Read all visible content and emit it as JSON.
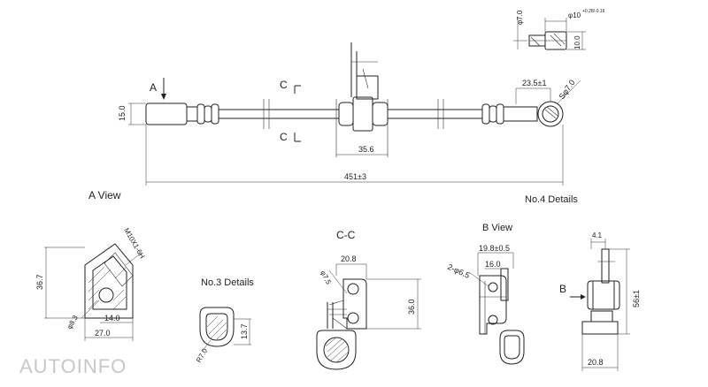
{
  "views": {
    "a_view": "A View",
    "b_view": "B View",
    "cc": "C-C",
    "no3": "No.3 Details",
    "no4": "No.4 Details"
  },
  "markers": {
    "a": "A",
    "b": "B",
    "c_top": "C",
    "c_bottom": "C"
  },
  "dims": {
    "main_height": "15.0",
    "main_length": "451±3",
    "clamp_offset": "35.6",
    "end_len": "23.5±1",
    "sphere": "Sφ7.0",
    "top_d7": "φ7.0",
    "top_d10": "φ10",
    "top_tol": "+0.28/-0.16",
    "top_h10": "10.0",
    "a_thread": "M10X1-6H",
    "a_h": "36.7",
    "a_d": "φ8.3",
    "a_w14": "14.0",
    "a_w27": "27.0",
    "no3_h": "13.7",
    "no3_r": "R7.0",
    "cc_w": "20.8",
    "cc_d": "φ7.5",
    "cc_h": "36.0",
    "b_w19": "19.8±0.5",
    "b_w16": "16.0",
    "b_holes": "2-φ6.5",
    "no4_w": "4.1",
    "no4_h": "56±1",
    "no4_b": "20.8"
  },
  "watermark": "AUTOINFO"
}
